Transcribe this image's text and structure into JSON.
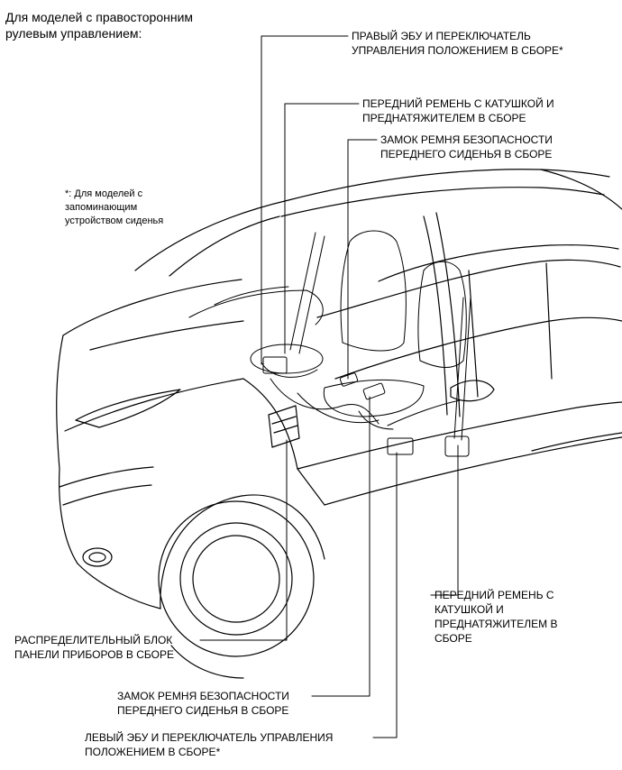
{
  "header": {
    "text": "Для моделей с правосторонним\nрулевым управлением:"
  },
  "note": {
    "text": "*: Для моделей с\nзапоминающим\nустройством сиденья"
  },
  "callouts": [
    {
      "id": "right-ecu",
      "text": "ПРАВЫЙ ЭБУ И ПЕРЕКЛЮЧАТЕЛЬ\nУПРАВЛЕНИЯ ПОЛОЖЕНИЕМ В СБОРЕ*"
    },
    {
      "id": "front-belt-upper",
      "text": "ПЕРЕДНИЙ РЕМЕНЬ С КАТУШКОЙ И\nПРЕДНАТЯЖИТЕЛЕМ В СБОРЕ"
    },
    {
      "id": "buckle-upper",
      "text": "ЗАМОК РЕМНЯ БЕЗОПАСНОСТИ\nПЕРЕДНЕГО СИДЕНЬЯ В СБОРЕ"
    },
    {
      "id": "front-belt-lower",
      "text": "ПЕРЕДНИЙ РЕМЕНЬ С\nКАТУШКОЙ И\nПРЕДНАТЯЖИТЕЛЕМ В\nСБОРЕ"
    },
    {
      "id": "junction-block",
      "text": "РАСПРЕДЕЛИТЕЛЬНЫЙ БЛОК\nПАНЕЛИ ПРИБОРОВ В СБОРЕ"
    },
    {
      "id": "buckle-lower",
      "text": "ЗАМОК РЕМНЯ БЕЗОПАСНОСТИ\nПЕРЕДНЕГО СИДЕНЬЯ В СБОРЕ"
    },
    {
      "id": "left-ecu",
      "text": "ЛЕВЫЙ ЭБУ И ПЕРЕКЛЮЧАТЕЛЬ УПРАВЛЕНИЯ\nПОЛОЖЕНИЕМ В СБОРЕ*"
    }
  ]
}
